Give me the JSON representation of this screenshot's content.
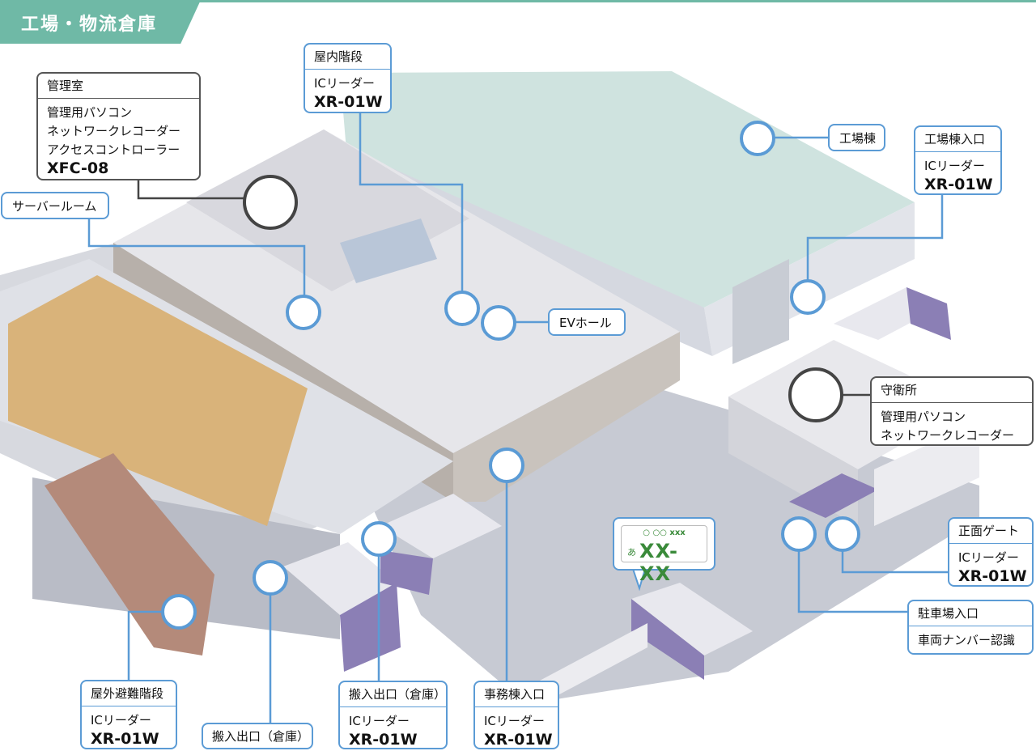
{
  "title": "工場・物流倉庫",
  "callouts": {
    "kanrishitsu": {
      "head": "管理室",
      "items": [
        "管理用パソコン",
        "ネットワークレコーダー",
        "アクセスコントローラー"
      ],
      "model": "XFC-08"
    },
    "server_room": {
      "label": "サーバールーム"
    },
    "okunai_kaidan": {
      "head": "屋内階段",
      "sub": "ICリーダー",
      "model": "XR-01W"
    },
    "kojoto": {
      "label": "工場棟"
    },
    "kojoto_iriguchi": {
      "head": "工場棟入口",
      "sub": "ICリーダー",
      "model": "XR-01W"
    },
    "ev_hall": {
      "label": "EVホール"
    },
    "shueisho": {
      "head": "守衛所",
      "items": [
        "管理用パソコン",
        "ネットワークレコーダー"
      ]
    },
    "shomen_gate": {
      "head": "正面ゲート",
      "sub": "ICリーダー",
      "model": "XR-01W"
    },
    "chushajo": {
      "head": "駐車場入口",
      "sub": "車両ナンバー認識"
    },
    "okugai_hinan": {
      "head": "屋外避難階段",
      "sub": "ICリーダー",
      "model": "XR-01W"
    },
    "hannyu_label": {
      "label": "搬入出口（倉庫）"
    },
    "hannyu": {
      "head": "搬入出口（倉庫）",
      "sub": "ICリーダー",
      "model": "XR-01W"
    },
    "jimuto": {
      "head": "事務棟入口",
      "sub": "ICリーダー",
      "model": "XR-01W"
    }
  },
  "plate": {
    "top": "○ ○○ xxx",
    "kana": "あ",
    "number": "XX-XX"
  },
  "colors": {
    "accent": "#6fb9a6",
    "callout_border": "#5b9bd5",
    "leader_line": "#5b9bd5",
    "dark_border": "#555555"
  }
}
